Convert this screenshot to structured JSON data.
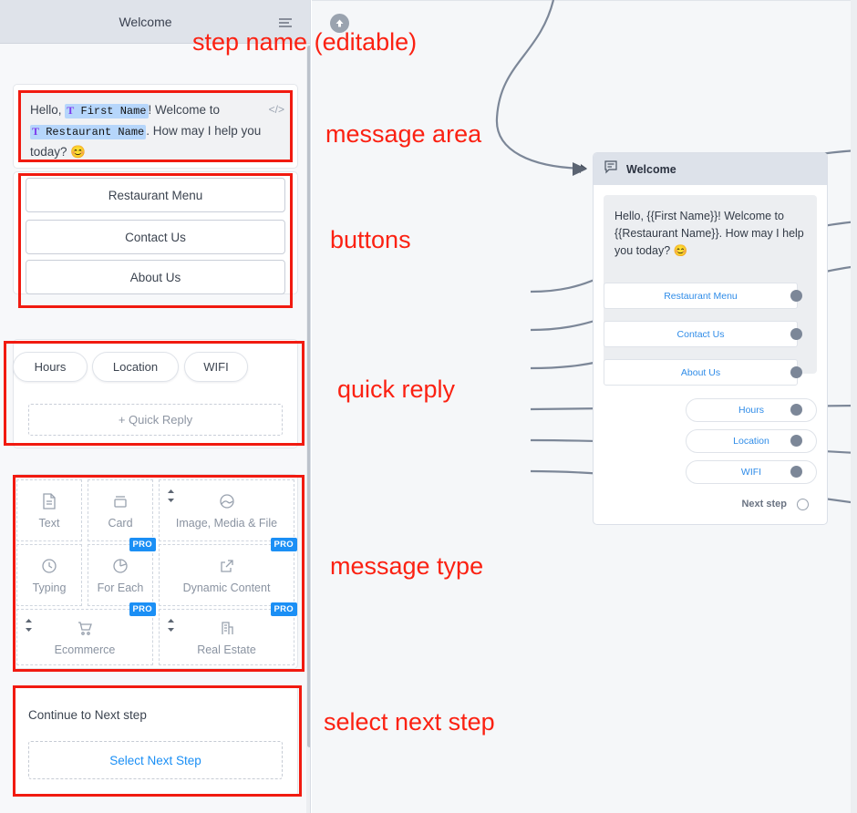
{
  "editor": {
    "header": {
      "step_name": "Welcome",
      "menu_icon": "list-menu-icon"
    },
    "message": {
      "text_prefix": "Hello,",
      "tag1_glyph": "T",
      "tag1": "First Name",
      "text_mid": "! Welcome to",
      "tag2_glyph": "T",
      "tag2": "Restaurant Name",
      "text_suffix": ". How may I help you today?",
      "emoji": "😊",
      "code_icon": "</>"
    },
    "buttons": [
      {
        "label": "Restaurant Menu"
      },
      {
        "label": "Contact Us"
      },
      {
        "label": "About Us"
      }
    ],
    "quick_replies": [
      {
        "label": "Hours"
      },
      {
        "label": "Location"
      },
      {
        "label": "WIFI"
      }
    ],
    "quick_reply_add": "+ Quick Reply",
    "message_types": [
      {
        "label": "Text",
        "icon": "document-icon",
        "pro": false,
        "sortable": false
      },
      {
        "label": "Card",
        "icon": "card-icon",
        "pro": false,
        "sortable": false
      },
      {
        "label": "Image, Media & File",
        "icon": "image-icon",
        "pro": false,
        "sortable": true
      },
      {
        "label": "Typing",
        "icon": "clock-icon",
        "pro": false,
        "sortable": false
      },
      {
        "label": "For Each",
        "icon": "pie-chart-icon",
        "pro": true,
        "sortable": false
      },
      {
        "label": "Dynamic Content",
        "icon": "external-link-icon",
        "pro": true,
        "sortable": false
      },
      {
        "label": "Ecommerce",
        "icon": "shopping-cart-icon",
        "pro": true,
        "sortable": true
      },
      {
        "label": "Real Estate",
        "icon": "building-icon",
        "pro": true,
        "sortable": true
      }
    ],
    "pro_badge": "PRO",
    "next_step": {
      "title": "Continue to Next step",
      "select_label": "Select Next Step"
    }
  },
  "canvas": {
    "scroll_up_icon": "arrow-up-circle-icon",
    "node": {
      "icon": "chat-bubble-icon",
      "title": "Welcome",
      "bubble_text": "Hello, {{First Name}}! Welcome to {{Restaurant Name}}. How may I help you today? 😊",
      "buttons": [
        {
          "label": "Restaurant Menu"
        },
        {
          "label": "Contact Us"
        },
        {
          "label": "About Us"
        }
      ],
      "quick_replies": [
        {
          "label": "Hours"
        },
        {
          "label": "Location"
        },
        {
          "label": "WIFI"
        }
      ],
      "next_step_label": "Next step"
    }
  },
  "annotations": [
    {
      "text": "step name (editable)"
    },
    {
      "text": "message area"
    },
    {
      "text": "buttons"
    },
    {
      "text": "quick reply"
    },
    {
      "text": "message type"
    },
    {
      "text": "select next step"
    }
  ],
  "colors": {
    "annotation_red": "#fb2112",
    "accent_blue": "#1b8ff5",
    "link_blue": "#2f8ce8",
    "header_gray": "#dfe3ea",
    "merge_tag_bg": "#b6d6fb",
    "merge_tag_glyph": "#7c3aed"
  }
}
